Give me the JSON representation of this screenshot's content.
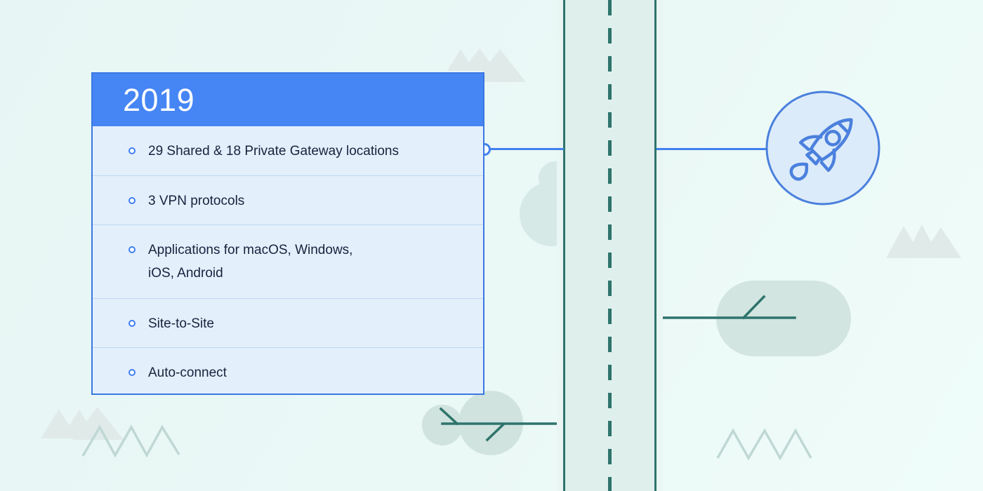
{
  "card": {
    "year": "2019",
    "items": [
      {
        "text": "29 Shared & 18 Private Gateway locations"
      },
      {
        "text": "3 VPN protocols"
      },
      {
        "text": "Applications for macOS, Windows,\niOS, Android"
      },
      {
        "text": "Site-to-Site"
      },
      {
        "text": "Auto-connect"
      }
    ]
  },
  "milestone": {
    "icon": "rocket-icon"
  },
  "colors": {
    "background": "#e9f8f6",
    "header_blue": "#4585f4",
    "card_border_blue": "#3a78e3",
    "card_row_bg": "#e4effc",
    "row_separator": "#bdd7f3",
    "text_dark": "#16233d",
    "connector_blue": "#4181ed",
    "road_fill": "#deefec",
    "road_edge_teal": "#2e746c",
    "decor_shape": "#dfeae9",
    "decor_blob": "#d3e5e1",
    "zigzag_stroke": "#c0d8d4",
    "rocket_circle_fill": "#dcebfa",
    "rocket_stroke": "#4b80dd"
  }
}
